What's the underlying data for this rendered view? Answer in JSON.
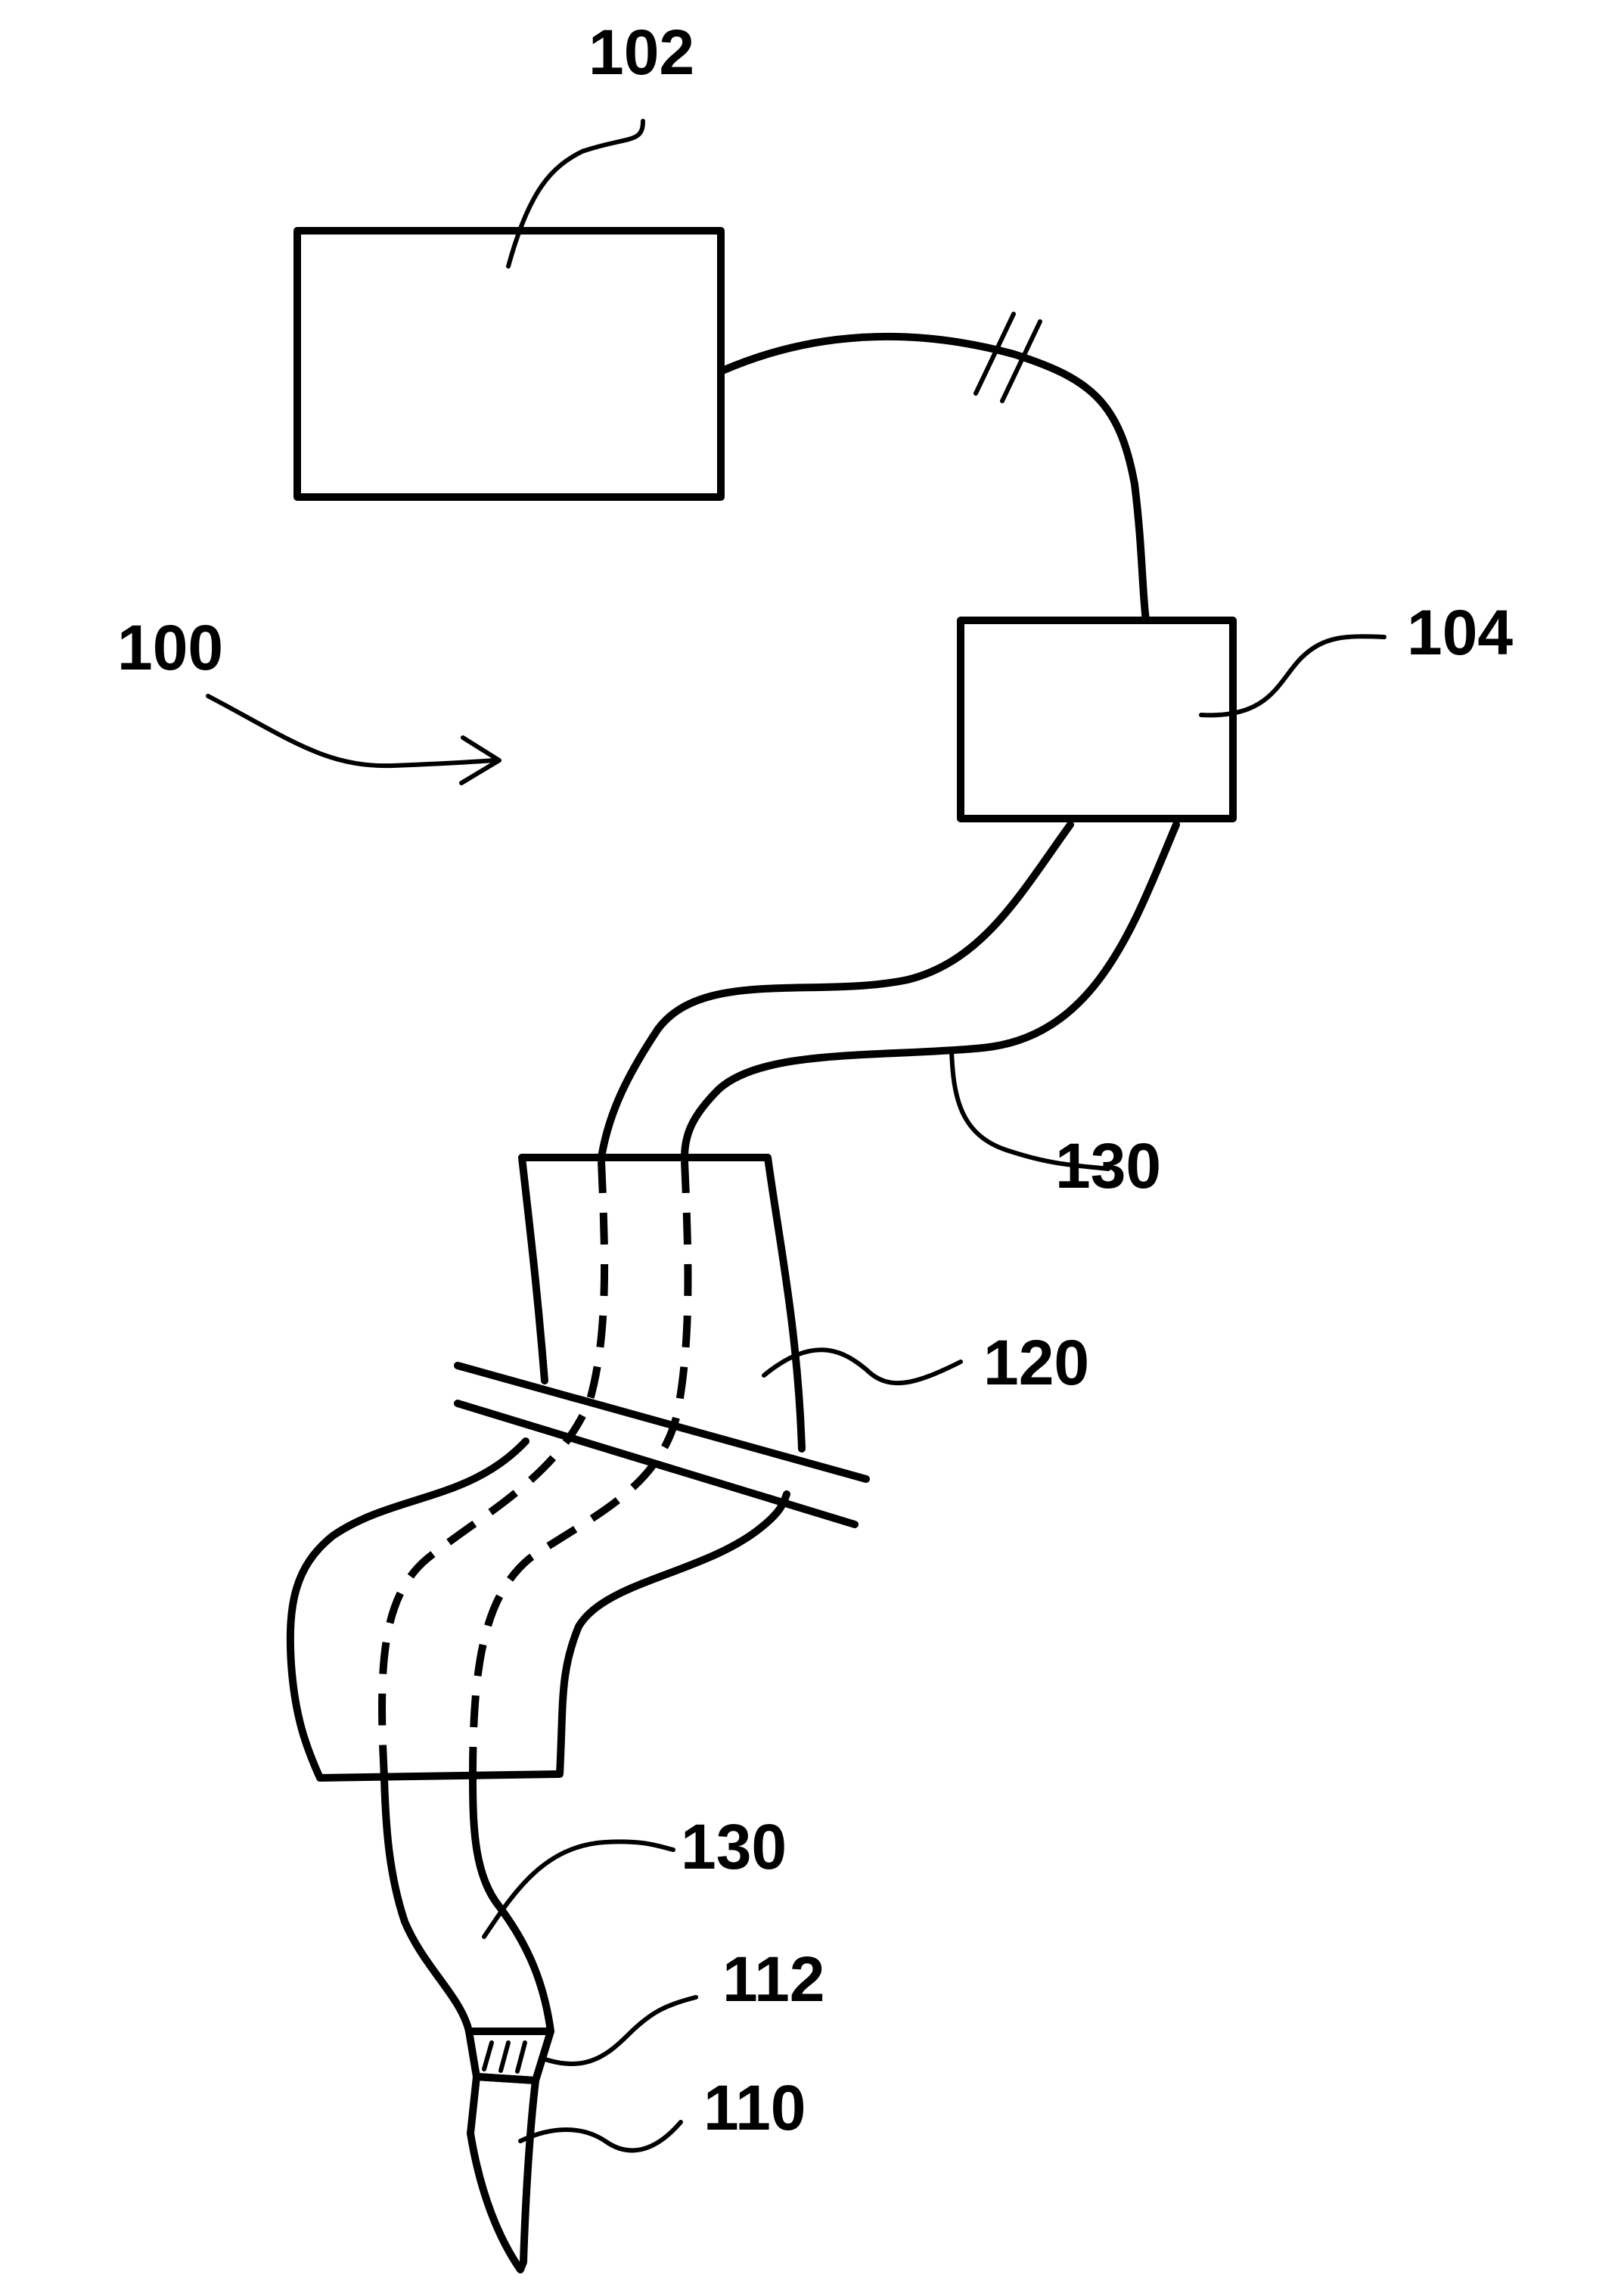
{
  "labels": {
    "system": "100",
    "unit_102": "102",
    "unit_104": "104",
    "sleeve_120": "120",
    "tube_130_upper": "130",
    "tube_130_lower": "130",
    "joint_112": "112",
    "tip_110": "110"
  },
  "colors": {
    "line": "#000000",
    "background": "#ffffff"
  }
}
